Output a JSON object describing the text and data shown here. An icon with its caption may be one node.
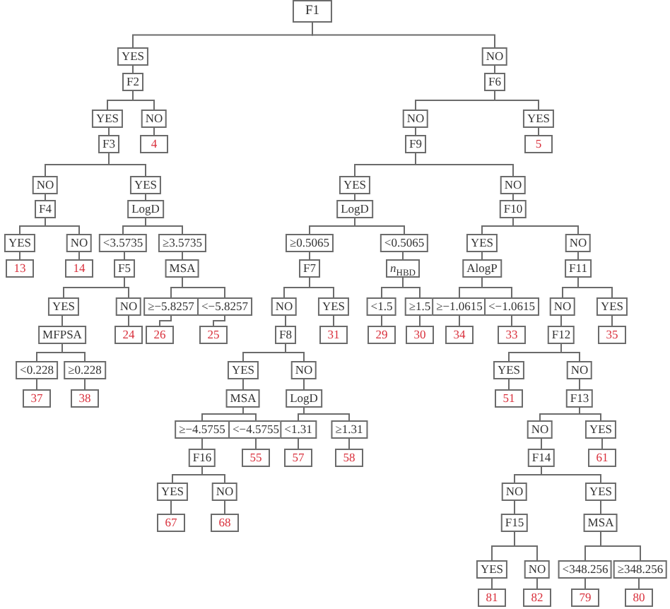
{
  "diagram": {
    "nodes": [
      {
        "text": [
          "F1"
        ]
      },
      {
        "text": [
          "YES"
        ]
      },
      {
        "text": [
          "NO"
        ]
      },
      {
        "text": [
          "F2"
        ]
      },
      {
        "text": [
          "F6"
        ]
      },
      {
        "text": [
          "YES"
        ]
      },
      {
        "text": [
          "NO"
        ]
      },
      {
        "text": [
          "NO"
        ]
      },
      {
        "text": [
          "YES"
        ]
      },
      {
        "text": [
          "F3"
        ]
      },
      {
        "text": [
          "4"
        ]
      },
      {
        "text": [
          "F9"
        ]
      },
      {
        "text": [
          "5"
        ]
      },
      {
        "text": [
          "NO"
        ]
      },
      {
        "text": [
          "YES"
        ]
      },
      {
        "text": [
          "YES"
        ]
      },
      {
        "text": [
          "NO"
        ]
      },
      {
        "text": [
          "F4"
        ]
      },
      {
        "text": [
          "LogD"
        ]
      },
      {
        "text": [
          "LogD"
        ]
      },
      {
        "text": [
          "F10"
        ]
      },
      {
        "text": [
          "YES"
        ]
      },
      {
        "text": [
          "NO"
        ]
      },
      {
        "text": [
          "<3.5735"
        ]
      },
      {
        "text": [
          "≥3.5735"
        ]
      },
      {
        "text": [
          "≥0.5065"
        ]
      },
      {
        "text": [
          "<0.5065"
        ]
      },
      {
        "text": [
          "YES"
        ]
      },
      {
        "text": [
          "NO"
        ]
      },
      {
        "text": [
          "13"
        ]
      },
      {
        "text": [
          "14"
        ]
      },
      {
        "text": [
          "F5"
        ]
      },
      {
        "text": [
          "MSA"
        ]
      },
      {
        "text": [
          "F7"
        ]
      },
      {
        "text": [
          "*n*$_{HBD}$"
        ]
      },
      {
        "text": [
          "AlogP"
        ]
      },
      {
        "text": [
          "F11"
        ]
      },
      {
        "text": [
          "YES"
        ]
      },
      {
        "text": [
          "NO"
        ]
      },
      {
        "text": [
          "≥−5.8257"
        ]
      },
      {
        "text": [
          "<−5.8257"
        ]
      },
      {
        "text": [
          "NO"
        ]
      },
      {
        "text": [
          "YES"
        ]
      },
      {
        "text": [
          "<1.5"
        ]
      },
      {
        "text": [
          "≥1.5"
        ]
      },
      {
        "text": [
          "≥−1.0615"
        ]
      },
      {
        "text": [
          "<−1.0615"
        ]
      },
      {
        "text": [
          "NO"
        ]
      },
      {
        "text": [
          "YES"
        ]
      },
      {
        "text": [
          "MFPSA"
        ]
      },
      {
        "text": [
          "24"
        ]
      },
      {
        "text": [
          "26"
        ]
      },
      {
        "text": [
          "25"
        ]
      },
      {
        "text": [
          "F8"
        ]
      },
      {
        "text": [
          "31"
        ]
      },
      {
        "text": [
          "29"
        ]
      },
      {
        "text": [
          "30"
        ]
      },
      {
        "text": [
          "34"
        ]
      },
      {
        "text": [
          "33"
        ]
      },
      {
        "text": [
          "F12"
        ]
      },
      {
        "text": [
          "35"
        ]
      },
      {
        "text": [
          "<0.228"
        ]
      },
      {
        "text": [
          "≥0.228"
        ]
      },
      {
        "text": [
          "YES"
        ]
      },
      {
        "text": [
          "NO"
        ]
      },
      {
        "text": [
          "YES"
        ]
      },
      {
        "text": [
          "NO"
        ]
      },
      {
        "text": [
          "37"
        ]
      },
      {
        "text": [
          "38"
        ]
      },
      {
        "text": [
          "MSA"
        ]
      },
      {
        "text": [
          "LogD"
        ]
      },
      {
        "text": [
          "51"
        ]
      },
      {
        "text": [
          "F13"
        ]
      },
      {
        "text": [
          "≥−4.5755"
        ]
      },
      {
        "text": [
          "<−4.5755"
        ]
      },
      {
        "text": [
          "<1.31"
        ]
      },
      {
        "text": [
          "≥1.31"
        ]
      },
      {
        "text": [
          "NO"
        ]
      },
      {
        "text": [
          "YES"
        ]
      },
      {
        "text": [
          "F16"
        ]
      },
      {
        "text": [
          "55"
        ]
      },
      {
        "text": [
          "57"
        ]
      },
      {
        "text": [
          "58"
        ]
      },
      {
        "text": [
          "F14"
        ]
      },
      {
        "text": [
          "61"
        ]
      },
      {
        "text": [
          "YES"
        ]
      },
      {
        "text": [
          "NO"
        ]
      },
      {
        "text": [
          "NO"
        ]
      },
      {
        "text": [
          "YES"
        ]
      },
      {
        "text": [
          "67"
        ]
      },
      {
        "text": [
          "68"
        ]
      },
      {
        "text": [
          "F15"
        ]
      },
      {
        "text": [
          "MSA"
        ]
      },
      {
        "text": [
          "YES"
        ]
      },
      {
        "text": [
          "NO"
        ]
      },
      {
        "text": [
          "<348.256"
        ]
      },
      {
        "text": [
          "≥348.256"
        ]
      },
      {
        "text": [
          "81"
        ]
      },
      {
        "text": [
          "82"
        ]
      },
      {
        "text": [
          "79"
        ]
      },
      {
        "text": [
          "80"
        ]
      }
    ],
    "edges": [
      {
        "from": 0,
        "to": 1,
        "arrow": "none"
      },
      {
        "from": 0,
        "to": 2,
        "arrow": "none"
      },
      {
        "from": 1,
        "to": 3,
        "arrow": "none"
      },
      {
        "from": 2,
        "to": 4,
        "arrow": "none"
      },
      {
        "from": 3,
        "to": 5,
        "arrow": "none"
      },
      {
        "from": 3,
        "to": 6,
        "arrow": "none"
      },
      {
        "from": 4,
        "to": 7,
        "arrow": "none"
      },
      {
        "from": 4,
        "to": 8,
        "arrow": "none"
      },
      {
        "from": 5,
        "to": 9,
        "arrow": "none"
      },
      {
        "from": 6,
        "to": 10,
        "arrow": "none"
      },
      {
        "from": 7,
        "to": 11,
        "arrow": "none"
      },
      {
        "from": 8,
        "to": 12,
        "arrow": "none"
      },
      {
        "from": 9,
        "to": 13,
        "arrow": "none"
      },
      {
        "from": 9,
        "to": 14,
        "arrow": "none"
      },
      {
        "from": 11,
        "to": 15,
        "arrow": "none"
      },
      {
        "from": 11,
        "to": 16,
        "arrow": "none"
      },
      {
        "from": 13,
        "to": 17,
        "arrow": "none"
      },
      {
        "from": 14,
        "to": 18,
        "arrow": "none"
      },
      {
        "from": 15,
        "to": 19,
        "arrow": "none"
      },
      {
        "from": 16,
        "to": 20,
        "arrow": "none"
      },
      {
        "from": 17,
        "to": 21,
        "arrow": "none"
      },
      {
        "from": 17,
        "to": 22,
        "arrow": "none"
      },
      {
        "from": 18,
        "to": 23,
        "arrow": "none"
      },
      {
        "from": 18,
        "to": 24,
        "arrow": "none"
      },
      {
        "from": 19,
        "to": 25,
        "arrow": "none"
      },
      {
        "from": 19,
        "to": 26,
        "arrow": "none"
      },
      {
        "from": 20,
        "to": 27,
        "arrow": "none"
      },
      {
        "from": 20,
        "to": 28,
        "arrow": "none"
      },
      {
        "from": 21,
        "to": 29,
        "arrow": "none"
      },
      {
        "from": 22,
        "to": 30,
        "arrow": "none"
      },
      {
        "from": 23,
        "to": 31,
        "arrow": "none"
      },
      {
        "from": 24,
        "to": 32,
        "arrow": "none"
      },
      {
        "from": 25,
        "to": 33,
        "arrow": "none"
      },
      {
        "from": 26,
        "to": 34,
        "arrow": "none"
      },
      {
        "from": 27,
        "to": 35,
        "arrow": "none"
      },
      {
        "from": 28,
        "to": 36,
        "arrow": "none"
      },
      {
        "from": 31,
        "to": 37,
        "arrow": "none"
      },
      {
        "from": 31,
        "to": 38,
        "arrow": "none"
      },
      {
        "from": 32,
        "to": 39,
        "arrow": "none"
      },
      {
        "from": 32,
        "to": 40,
        "arrow": "none"
      },
      {
        "from": 33,
        "to": 41,
        "arrow": "none"
      },
      {
        "from": 33,
        "to": 42,
        "arrow": "none"
      },
      {
        "from": 34,
        "to": 43,
        "arrow": "none"
      },
      {
        "from": 34,
        "to": 44,
        "arrow": "none"
      },
      {
        "from": 35,
        "to": 45,
        "arrow": "none"
      },
      {
        "from": 35,
        "to": 46,
        "arrow": "none"
      },
      {
        "from": 36,
        "to": 47,
        "arrow": "none"
      },
      {
        "from": 36,
        "to": 48,
        "arrow": "none"
      },
      {
        "from": 37,
        "to": 49,
        "arrow": "none"
      },
      {
        "from": 38,
        "to": 50,
        "arrow": "none"
      },
      {
        "from": 39,
        "to": 51,
        "arrow": "none"
      },
      {
        "from": 40,
        "to": 52,
        "arrow": "none"
      },
      {
        "from": 41,
        "to": 53,
        "arrow": "none"
      },
      {
        "from": 42,
        "to": 54,
        "arrow": "none"
      },
      {
        "from": 43,
        "to": 55,
        "arrow": "none"
      },
      {
        "from": 44,
        "to": 56,
        "arrow": "none"
      },
      {
        "from": 45,
        "to": 57,
        "arrow": "none"
      },
      {
        "from": 46,
        "to": 58,
        "arrow": "none"
      },
      {
        "from": 47,
        "to": 59,
        "arrow": "none"
      },
      {
        "from": 48,
        "to": 60,
        "arrow": "none"
      },
      {
        "from": 49,
        "to": 61,
        "arrow": "none"
      },
      {
        "from": 49,
        "to": 62,
        "arrow": "none"
      },
      {
        "from": 53,
        "to": 63,
        "arrow": "none"
      },
      {
        "from": 53,
        "to": 64,
        "arrow": "none"
      },
      {
        "from": 59,
        "to": 65,
        "arrow": "none"
      },
      {
        "from": 59,
        "to": 66,
        "arrow": "none"
      },
      {
        "from": 61,
        "to": 67,
        "arrow": "none"
      },
      {
        "from": 62,
        "to": 68,
        "arrow": "none"
      },
      {
        "from": 63,
        "to": 69,
        "arrow": "none"
      },
      {
        "from": 64,
        "to": 70,
        "arrow": "none"
      },
      {
        "from": 65,
        "to": 71,
        "arrow": "none"
      },
      {
        "from": 66,
        "to": 72,
        "arrow": "none"
      },
      {
        "from": 69,
        "to": 73,
        "arrow": "none"
      },
      {
        "from": 69,
        "to": 74,
        "arrow": "none"
      },
      {
        "from": 70,
        "to": 75,
        "arrow": "none"
      },
      {
        "from": 70,
        "to": 76,
        "arrow": "none"
      },
      {
        "from": 72,
        "to": 77,
        "arrow": "none"
      },
      {
        "from": 72,
        "to": 78,
        "arrow": "none"
      },
      {
        "from": 73,
        "to": 79,
        "arrow": "none"
      },
      {
        "from": 74,
        "to": 80,
        "arrow": "none"
      },
      {
        "from": 75,
        "to": 81,
        "arrow": "none"
      },
      {
        "from": 76,
        "to": 82,
        "arrow": "none"
      },
      {
        "from": 77,
        "to": 83,
        "arrow": "none"
      },
      {
        "from": 78,
        "to": 84,
        "arrow": "none"
      },
      {
        "from": 79,
        "to": 85,
        "arrow": "none"
      },
      {
        "from": 79,
        "to": 86,
        "arrow": "none"
      },
      {
        "from": 83,
        "to": 87,
        "arrow": "none"
      },
      {
        "from": 83,
        "to": 88,
        "arrow": "none"
      },
      {
        "from": 85,
        "to": 89,
        "arrow": "none"
      },
      {
        "from": 86,
        "to": 90,
        "arrow": "none"
      },
      {
        "from": 87,
        "to": 91,
        "arrow": "none"
      },
      {
        "from": 88,
        "to": 92,
        "arrow": "none"
      },
      {
        "from": 91,
        "to": 93,
        "arrow": "none"
      },
      {
        "from": 91,
        "to": 94,
        "arrow": "none"
      },
      {
        "from": 92,
        "to": 95,
        "arrow": "none"
      },
      {
        "from": 92,
        "to": 96,
        "arrow": "none"
      },
      {
        "from": 93,
        "to": 97,
        "arrow": "none"
      },
      {
        "from": 94,
        "to": 98,
        "arrow": "none"
      },
      {
        "from": 95,
        "to": 99,
        "arrow": "none"
      },
      {
        "from": 96,
        "to": 100,
        "arrow": "none"
      }
    ]
  }
}
